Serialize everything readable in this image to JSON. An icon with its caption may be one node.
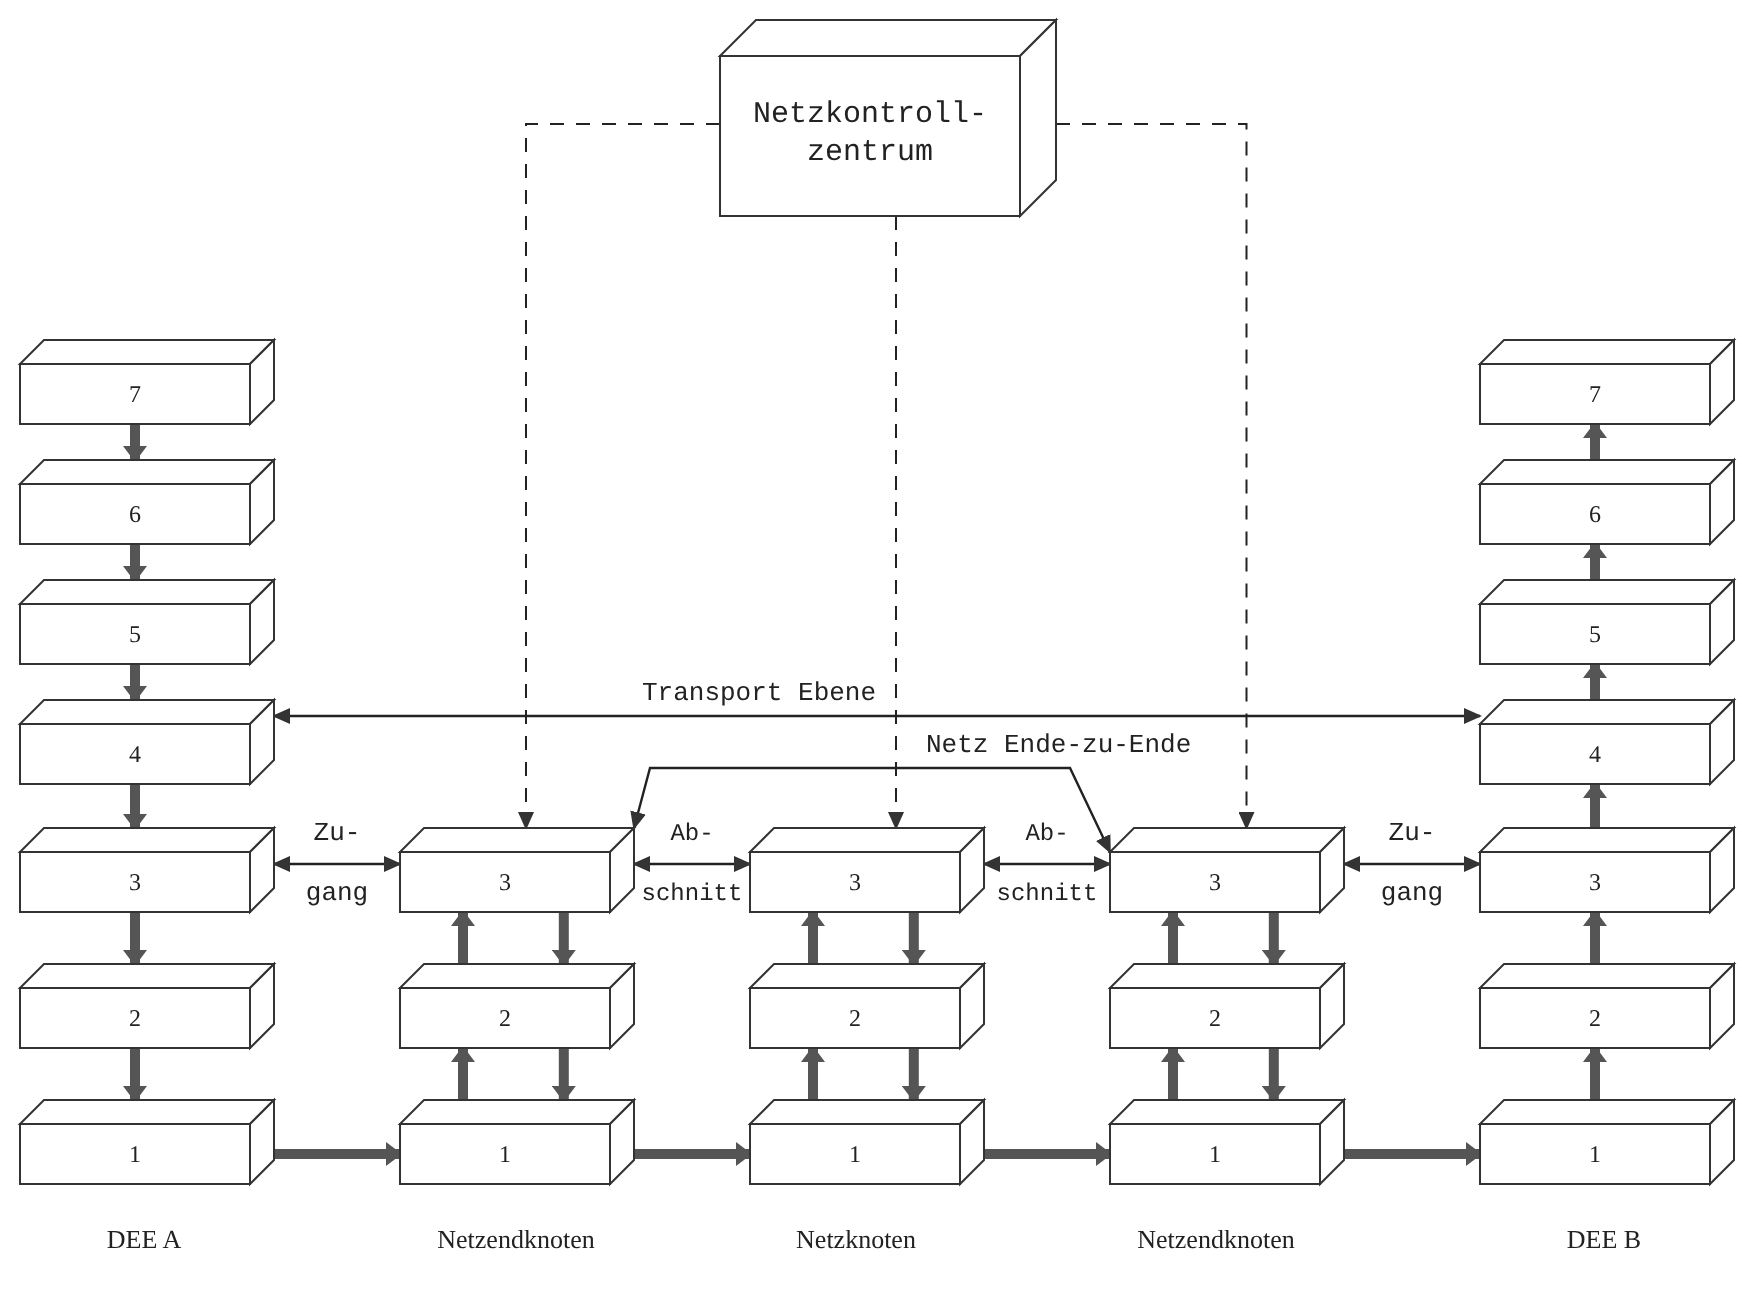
{
  "diagram": {
    "nodes": [
      {
        "text": [
          "Netzkontroll- zentrum"
        ]
      },
      {
        "text": [
          "7"
        ]
      },
      {
        "text": [
          "6"
        ]
      },
      {
        "text": [
          "5"
        ]
      },
      {
        "text": [
          "4"
        ]
      },
      {
        "text": [
          "3"
        ]
      },
      {
        "text": [
          "2"
        ]
      },
      {
        "text": [
          "1"
        ]
      },
      {
        "text": [
          "3"
        ]
      },
      {
        "text": [
          "2"
        ]
      },
      {
        "text": [
          "1"
        ]
      },
      {
        "text": [
          "3"
        ]
      },
      {
        "text": [
          "2"
        ]
      },
      {
        "text": [
          "1"
        ]
      },
      {
        "text": [
          "3"
        ]
      },
      {
        "text": [
          "2"
        ]
      },
      {
        "text": [
          "1"
        ]
      },
      {
        "text": [
          "7"
        ]
      },
      {
        "text": [
          "6"
        ]
      },
      {
        "text": [
          "5"
        ]
      },
      {
        "text": [
          "4"
        ]
      },
      {
        "text": [
          "3"
        ]
      },
      {
        "text": [
          "2"
        ]
      },
      {
        "text": [
          "1"
        ]
      }
    ],
    "edges": [
      {
        "from": 1,
        "to": 2,
        "arrow": "to"
      },
      {
        "from": 2,
        "to": 3,
        "arrow": "to"
      },
      {
        "from": 3,
        "to": 4,
        "arrow": "to"
      },
      {
        "from": 4,
        "to": 5,
        "arrow": "to"
      },
      {
        "from": 5,
        "to": 6,
        "arrow": "to"
      },
      {
        "from": 6,
        "to": 7,
        "arrow": "to"
      },
      {
        "from": 10,
        "to": 9,
        "arrow": "to"
      },
      {
        "from": 9,
        "to": 8,
        "arrow": "to"
      },
      {
        "from": 8,
        "to": 9,
        "arrow": "to"
      },
      {
        "from": 9,
        "to": 10,
        "arrow": "to"
      },
      {
        "from": 13,
        "to": 12,
        "arrow": "to"
      },
      {
        "from": 12,
        "to": 11,
        "arrow": "to"
      },
      {
        "from": 11,
        "to": 12,
        "arrow": "to"
      },
      {
        "from": 12,
        "to": 13,
        "arrow": "to"
      },
      {
        "from": 16,
        "to": 15,
        "arrow": "to"
      },
      {
        "from": 15,
        "to": 14,
        "arrow": "to"
      },
      {
        "from": 14,
        "to": 15,
        "arrow": "to"
      },
      {
        "from": 15,
        "to": 16,
        "arrow": "to"
      },
      {
        "from": 23,
        "to": 22,
        "arrow": "to"
      },
      {
        "from": 22,
        "to": 21,
        "arrow": "to"
      },
      {
        "from": 21,
        "to": 20,
        "arrow": "to"
      },
      {
        "from": 20,
        "to": 19,
        "arrow": "to"
      },
      {
        "from": 19,
        "to": 18,
        "arrow": "to"
      },
      {
        "from": 18,
        "to": 17,
        "arrow": "to"
      },
      {
        "from": 7,
        "to": 10,
        "arrow": "to"
      },
      {
        "from": 10,
        "to": 13,
        "arrow": "to"
      },
      {
        "from": 13,
        "to": 16,
        "arrow": "to"
      },
      {
        "from": 16,
        "to": 23,
        "arrow": "to"
      },
      {
        "from": 4,
        "to": 20,
        "arrow": "both",
        "label": "Transport Ebene",
        "color": "#222222"
      },
      {
        "from": 5,
        "to": 8,
        "arrow": "both",
        "label": "Zu- gang",
        "color": "#222222"
      },
      {
        "from": 8,
        "to": 11,
        "arrow": "both",
        "label": "Ab- schnitt",
        "color": "#222222"
      },
      {
        "from": 11,
        "to": 14,
        "arrow": "both",
        "label": "Ab- schnitt",
        "color": "#222222"
      },
      {
        "from": 14,
        "to": 21,
        "arrow": "both",
        "label": "Zu- gang",
        "color": "#222222"
      },
      {
        "from": 8,
        "to": 14,
        "arrow": "both",
        "label": "Netz Ende-zu-Ende",
        "color": "#222222"
      },
      {
        "from": 0,
        "to": 8,
        "arrow": "to",
        "style": "dashed",
        "color": "#222222"
      },
      {
        "from": 0,
        "to": 11,
        "arrow": "to",
        "style": "dashed",
        "color": "#222222"
      },
      {
        "from": 0,
        "to": 14,
        "arrow": "to",
        "style": "dashed",
        "color": "#222222"
      }
    ],
    "labels": [
      "DEE A",
      "Netzendknoten",
      "Netzknoten",
      "Netzendknoten",
      "DEE B"
    ]
  }
}
